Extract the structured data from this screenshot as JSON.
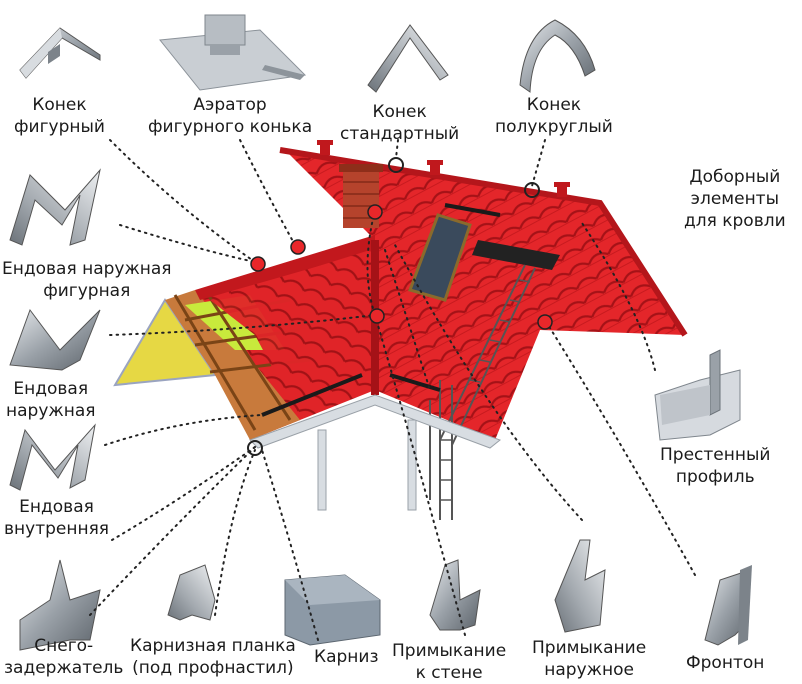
{
  "labels": {
    "konek_figurny": [
      "Конек",
      "фигурный"
    ],
    "aerator": [
      "Аэратор",
      "фигурного конька"
    ],
    "konek_standart": [
      "Конек",
      "стандартный"
    ],
    "konek_polukrugly": [
      "Конек",
      "полукруглый"
    ],
    "dobornye": [
      "Доборный",
      "элементы",
      "для кровли"
    ],
    "endova_nar_fig": [
      "Ендовая наружная",
      "фигурная"
    ],
    "endova_nar": [
      "Ендовая",
      "наружная"
    ],
    "endova_vnutr": [
      "Ендовая",
      "внутренняя"
    ],
    "prestenny": [
      "Престенный",
      "профиль"
    ],
    "snego": [
      "Снего-",
      "задержатель"
    ],
    "karniz_planka": [
      "Карнизная планка",
      "(под профнастил)"
    ],
    "karniz": [
      "Карниз"
    ],
    "primyk_stene": [
      "Примыкание",
      "к стене"
    ],
    "primyk_nar": [
      "Примыкание",
      "наружное"
    ],
    "fronton": [
      "Фронтон"
    ]
  },
  "colors": {
    "roof": "#e8272a",
    "roof_dark": "#b41419",
    "gable": "#e9dd4c",
    "metal": "#aab0b7",
    "metal_dark": "#6d747c",
    "dots": "#222222"
  }
}
